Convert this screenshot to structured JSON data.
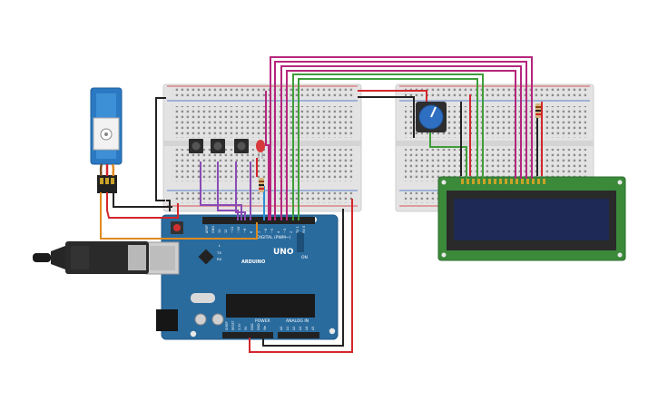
{
  "arduino": {
    "brand": "UNO",
    "logo_text": "ARDUINO",
    "digital_label": "DIGITAL (PWM~)",
    "power_label": "POWER",
    "analog_label": "ANALOG IN",
    "on_label": "ON",
    "led_labels": [
      "L",
      "TX",
      "RX"
    ],
    "digital_pins": [
      "AREF",
      "GND",
      "13",
      "12",
      "~11",
      "~10",
      "~9",
      "8",
      "7",
      "~6",
      "~5",
      "4",
      "~3",
      "2",
      "TX 1",
      "RX 0"
    ],
    "power_pins": [
      "IOREF",
      "RESET",
      "3.3V",
      "5V",
      "GND",
      "GND",
      "Vin"
    ],
    "analog_pins": [
      "A0",
      "A1",
      "A2",
      "A3",
      "A4",
      "A5"
    ]
  },
  "colors": {
    "board": "#2a6b9e",
    "board_edge": "#1f5a88",
    "breadboard": "#e4e4e4",
    "wire_magenta": "#b5267d",
    "wire_green": "#3e9e3a",
    "wire_purple": "#8a4bb5",
    "wire_red": "#d3262c",
    "wire_black": "#222222",
    "wire_orange": "#e08a1e",
    "wire_blue": "#2b8fd6",
    "lcd_pcb": "#3a8a3a",
    "lcd_screen": "#1e2a55"
  }
}
